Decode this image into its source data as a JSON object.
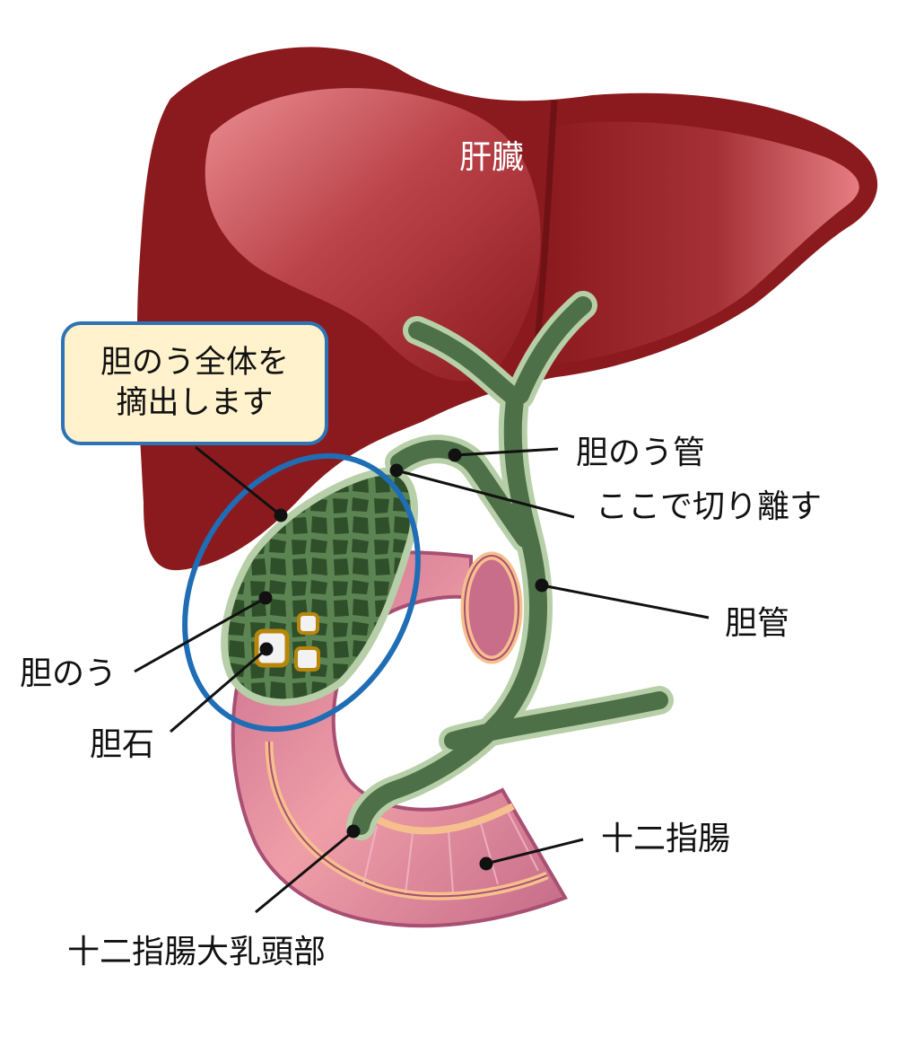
{
  "labels": {
    "liver": "肝臓",
    "callout_line1": "胆のう全体を",
    "callout_line2": "摘出します",
    "cystic_duct": "胆のう管",
    "cut_here": "ここで切り離す",
    "bile_duct": "胆管",
    "gallbladder": "胆のう",
    "gallstone": "胆石",
    "duodenum": "十二指腸",
    "papilla": "十二指腸大乳頭部"
  },
  "colors": {
    "liver": "#8b1a1e",
    "liver_highlight": "#f08c92",
    "bile_duct": "#4e7048",
    "bile_duct_outline": "#b7cfa8",
    "gallbladder": "#2f4f2a",
    "duodenum": "#e8909c",
    "duodenum_edge": "#a84f73",
    "duodenum_band": "#f6c08e",
    "callout_fill": "#fff2cc",
    "callout_border": "#2e74b5",
    "stone_rim": "#b8860b"
  }
}
